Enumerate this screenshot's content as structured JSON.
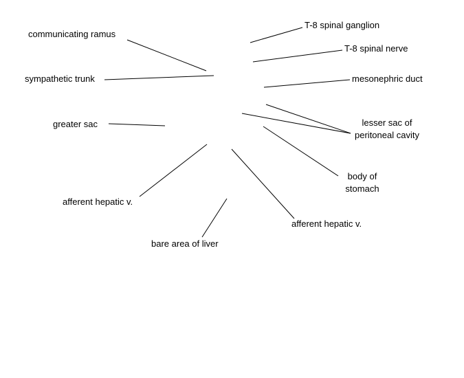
{
  "diagram": {
    "labels": {
      "communicating_ramus": "communicating ramus",
      "sympathetic_trunk": "sympathetic trunk",
      "greater_sac": "greater sac",
      "afferent_hepatic_v_left": "afferent hepatic v.",
      "bare_area_of_liver": "bare area of liver",
      "afferent_hepatic_v_right": "afferent hepatic v.",
      "t8_spinal_ganglion": "T-8 spinal ganglion",
      "t8_spinal_nerve": "T-8 spinal nerve",
      "mesonephric_duct": "mesonephric duct",
      "lesser_sac_line1": "lesser sac of",
      "lesser_sac_line2": "peritoneal cavity",
      "body_of_stomach_line1": "body of",
      "body_of_stomach_line2": "stomach"
    },
    "colors": {
      "background": "#ffffff",
      "text": "#000000",
      "leader_lines": "#000000"
    }
  }
}
